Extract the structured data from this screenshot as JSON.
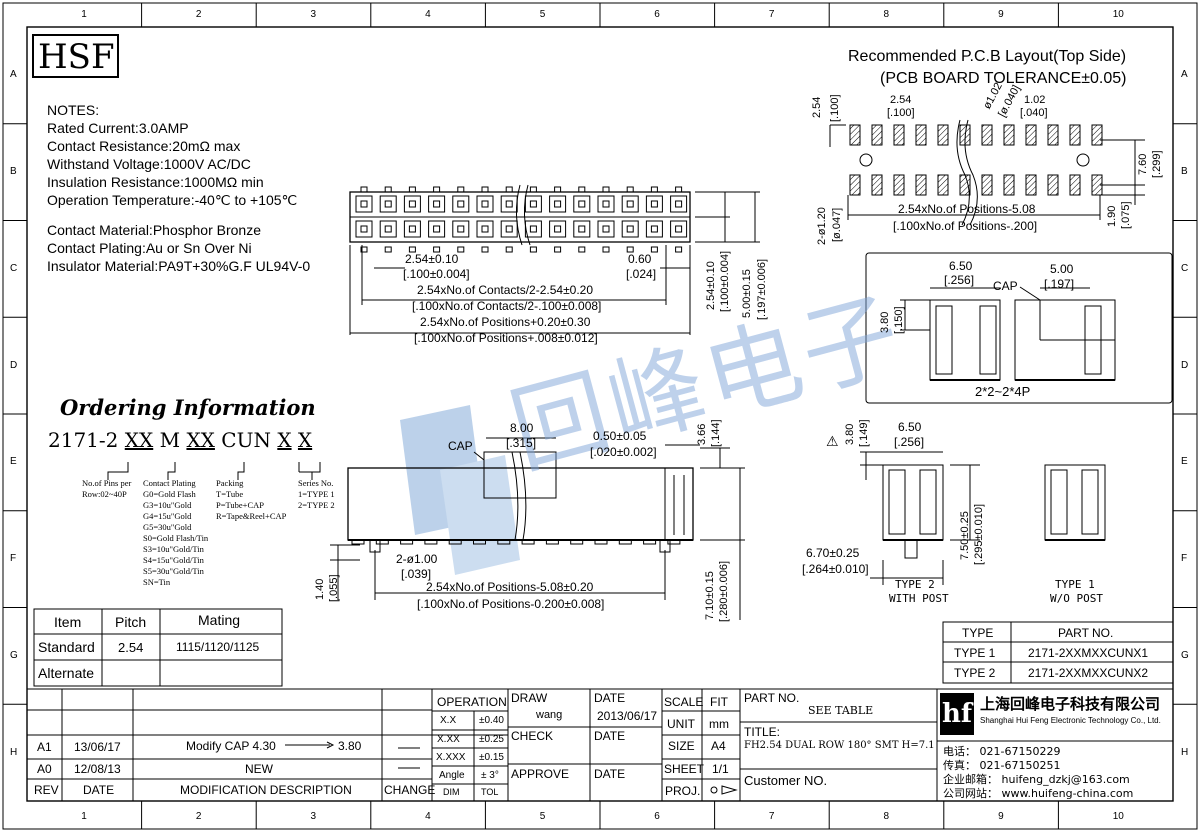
{
  "logo": "HSF",
  "grid": {
    "cols": [
      "1",
      "2",
      "3",
      "4",
      "5",
      "6",
      "7",
      "8",
      "9",
      "10"
    ],
    "rows": [
      "A",
      "B",
      "C",
      "D",
      "E",
      "F",
      "G",
      "H"
    ]
  },
  "notes": {
    "title": "NOTES:",
    "lines": [
      "Rated Current:3.0AMP",
      "Contact Resistance:20mΩ max",
      "Withstand Voltage:1000V AC/DC",
      "Insulation Resistance:1000MΩ min",
      "Operation Temperature:-40℃ to +105℃"
    ],
    "material_lines": [
      "Contact Material:Phosphor Bronze",
      "Contact Plating:Au or Sn Over Ni",
      "Insulator Material:PA9T+30%G.F UL94V-0"
    ]
  },
  "pcb": {
    "title1": "Recommended P.C.B Layout(Top Side)",
    "title2": "(PCB BOARD TOLERANCE±0.05)",
    "dims": {
      "pitch": "2.54",
      "pitch_in": "[.100]",
      "row": "2.54",
      "row_in": "[.100]",
      "hole": "ø1.02",
      "hole_in": "[ø.040]",
      "pad": "1.02",
      "pad_in": "[.040]",
      "span": "7.60",
      "span_in": "[.299]",
      "post": "2-ø1.20",
      "post_in": "[ø.047]",
      "len": "2.54xNo.of Positions-5.08",
      "len_in": "[.100xNo.of Positions-.200]",
      "edge": "1.90",
      "edge_in": "[.075]"
    }
  },
  "top_view": {
    "d1": "2.54±0.10",
    "d1_in": "[.100±0.004]",
    "d2": "0.60",
    "d2_in": "[.024]",
    "d3": "2.54xNo.of Contacts/2-2.54±0.20",
    "d3_in": "[.100xNo.of Contacts/2-.100±0.008]",
    "d4": "2.54xNo.of Positions+0.20±0.30",
    "d4_in": "[.100xNo.of Positions+.008±0.012]",
    "v1": "2.54±0.10",
    "v1_in": "[.100±0.004]",
    "v2": "5.00±0.15",
    "v2_in": "[.197±0.006]"
  },
  "cap_view": {
    "d1": "6.50",
    "d1_in": "[.256]",
    "cap": "CAP",
    "d2": "5.00",
    "d2_in": "[.197]",
    "d3": "3.80",
    "d3_in": "[.150]",
    "label": "2*2~2*4P"
  },
  "ordering": {
    "title": "Ordering Information",
    "code_prefix": "2171-2",
    "xx1": "XX",
    "m": "M",
    "xx2": "XX",
    "cun": "CUN",
    "x1": "X",
    "x2": "X",
    "pins": [
      "No.of Pins per",
      "Row:02~40P"
    ],
    "plating": [
      "Contact Plating",
      "G0=Gold Flash",
      "G3=10u\"Gold",
      "G4=15u\"Gold",
      "G5=30u\"Gold",
      "S0=Gold Flash/Tin",
      "S3=10u\"Gold/Tin",
      "S4=15u\"Gold/Tin",
      "S5=30u\"Gold/Tin",
      "SN=Tin"
    ],
    "packing": [
      "Packing",
      "T=Tube",
      "P=Tube+CAP",
      "R=Tape&Reel+CAP"
    ],
    "series": [
      "Series No.",
      "1=TYPE 1",
      "2=TYPE 2"
    ]
  },
  "side_view": {
    "cap": "CAP",
    "d1": "8.00",
    "d1_in": "[.315]",
    "d2": "0.50±0.05",
    "d2_in": "[.020±0.002]",
    "d3": "3.66",
    "d3_in": "[.144]",
    "d4": "2-ø1.00",
    "d4_in": "[.039]",
    "d5": "2.54xNo.of Positions-5.08±0.20",
    "d5_in": "[.100xNo.of Positions-0.200±0.008]",
    "d6": "1.40",
    "d6_in": "[.055]",
    "d7": "7.10±0.15",
    "d7_in": "[.280±0.006]"
  },
  "type_view": {
    "d1": "3.80",
    "d1_in": "[.149]",
    "d2": "6.50",
    "d2_in": "[.256]",
    "d3": "7.50±0.25",
    "d3_in": "[.295±0.010]",
    "d4": "6.70±0.25",
    "d4_in": "[.264±0.010]",
    "type2": [
      "TYPE 2",
      "WITH POST"
    ],
    "type1": [
      "TYPE 1",
      "W/O POST"
    ]
  },
  "type_table": {
    "headers": [
      "TYPE",
      "PART NO."
    ],
    "rows": [
      [
        "TYPE 1",
        "2171-2XXMXXCUNX1"
      ],
      [
        "TYPE 2",
        "2171-2XXMXXCUNX2"
      ]
    ]
  },
  "mating_table": {
    "headers": [
      "Item",
      "Pitch",
      "Mating"
    ],
    "rows": [
      [
        "Standard",
        "2.54",
        "1115/1120/1125"
      ],
      [
        "Alternate",
        "",
        ""
      ]
    ]
  },
  "title_block": {
    "rev_headers": [
      "REV",
      "DATE",
      "MODIFICATION DESCRIPTION",
      "CHANGE"
    ],
    "revs": [
      {
        "rev": "A1",
        "date": "13/06/17",
        "desc": "Modify CAP 4.30",
        "desc2": "3.80"
      },
      {
        "rev": "A0",
        "date": "12/08/13",
        "desc": "NEW",
        "desc2": ""
      }
    ],
    "operation": "OPERATION",
    "tol": [
      [
        "X.X",
        "±0.40"
      ],
      [
        "X.XX",
        "±0.25"
      ],
      [
        "X.XXX",
        "±0.15"
      ],
      [
        "Angle",
        "± 3°"
      ]
    ],
    "dim": "DIM",
    "tolh": "TOL",
    "draw": "DRAW",
    "draw_name": "wang",
    "date": "DATE",
    "draw_date": "2013/06/17",
    "check": "CHECK",
    "approve": "APPROVE",
    "scale": "SCALE",
    "fit": "FIT",
    "unit": "UNIT",
    "unit_val": "mm",
    "size": "SIZE",
    "size_val": "A4",
    "sheet": "SHEET",
    "sheet_val": "1/1",
    "proj": "PROJ.",
    "part_no": "PART NO.",
    "part_val": "SEE TABLE",
    "title": "TITLE:",
    "title_val": "FH2.54 DUAL ROW 180° SMT H=7.1",
    "customer": "Customer NO.",
    "company": "上海回峰电子科技有限公司",
    "company_en": "Shanghai Hui Feng Electronic Technology Co., Ltd.",
    "tel": "电话： 021-67150229",
    "fax": "传真： 021-67150251",
    "mail": "企业邮箱： huifeng_dzkj@163.com",
    "web": "公司网站： www.huifeng-china.com"
  },
  "watermark": "回峰电子"
}
